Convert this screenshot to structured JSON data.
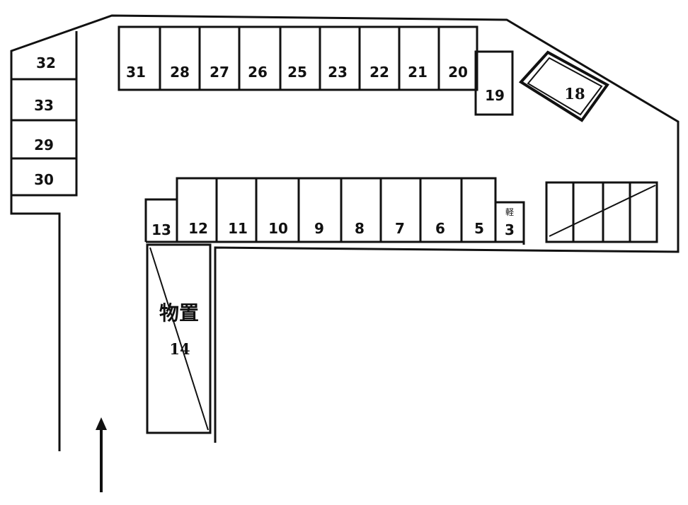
{
  "parking_map": {
    "stalls": {
      "s32": "32",
      "s33": "33",
      "s29": "29",
      "s30": "30",
      "s31": "31",
      "s28": "28",
      "s27": "27",
      "s26": "26",
      "s25": "25",
      "s23": "23",
      "s22": "22",
      "s21": "21",
      "s20": "20",
      "s19": "19",
      "s18": "18",
      "s13": "13",
      "s12": "12",
      "s11": "11",
      "s10": "10",
      "s9": "9",
      "s8": "8",
      "s7": "7",
      "s6": "6",
      "s5": "5",
      "s3": "3",
      "s3_note": "軽"
    },
    "storage": {
      "label": "物置",
      "number": "14"
    },
    "entrance_arrow_icon": "up-arrow-icon"
  }
}
